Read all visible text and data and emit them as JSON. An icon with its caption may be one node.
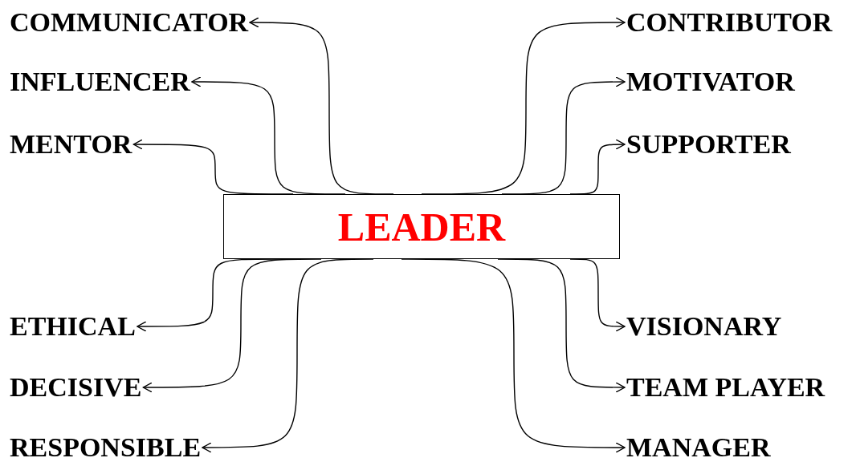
{
  "diagram": {
    "nodes": [
      {
        "text": [
          "LEADER"
        ]
      },
      {
        "text": [
          "COMMUNICATOR"
        ]
      },
      {
        "text": [
          "INFLUENCER"
        ]
      },
      {
        "text": [
          "MENTOR"
        ]
      },
      {
        "text": [
          "CONTRIBUTOR"
        ]
      },
      {
        "text": [
          "MOTIVATOR"
        ]
      },
      {
        "text": [
          "SUPPORTER"
        ]
      },
      {
        "text": [
          "ETHICAL"
        ]
      },
      {
        "text": [
          "DECISIVE"
        ]
      },
      {
        "text": [
          "RESPONSIBLE"
        ]
      },
      {
        "text": [
          "VISIONARY"
        ]
      },
      {
        "text": [
          "TEAM PLAYER"
        ]
      },
      {
        "text": [
          "MANAGER"
        ]
      }
    ],
    "edges": [
      {
        "from": 0,
        "to": 1,
        "arrow": "to"
      },
      {
        "from": 0,
        "to": 2,
        "arrow": "to"
      },
      {
        "from": 0,
        "to": 3,
        "arrow": "to"
      },
      {
        "from": 0,
        "to": 4,
        "arrow": "to"
      },
      {
        "from": 0,
        "to": 5,
        "arrow": "to"
      },
      {
        "from": 0,
        "to": 6,
        "arrow": "to"
      },
      {
        "from": 0,
        "to": 7,
        "arrow": "to"
      },
      {
        "from": 0,
        "to": 8,
        "arrow": "to"
      },
      {
        "from": 0,
        "to": 9,
        "arrow": "to"
      },
      {
        "from": 0,
        "to": 10,
        "arrow": "to"
      },
      {
        "from": 0,
        "to": 11,
        "arrow": "to"
      },
      {
        "from": 0,
        "to": 12,
        "arrow": "to"
      }
    ]
  }
}
